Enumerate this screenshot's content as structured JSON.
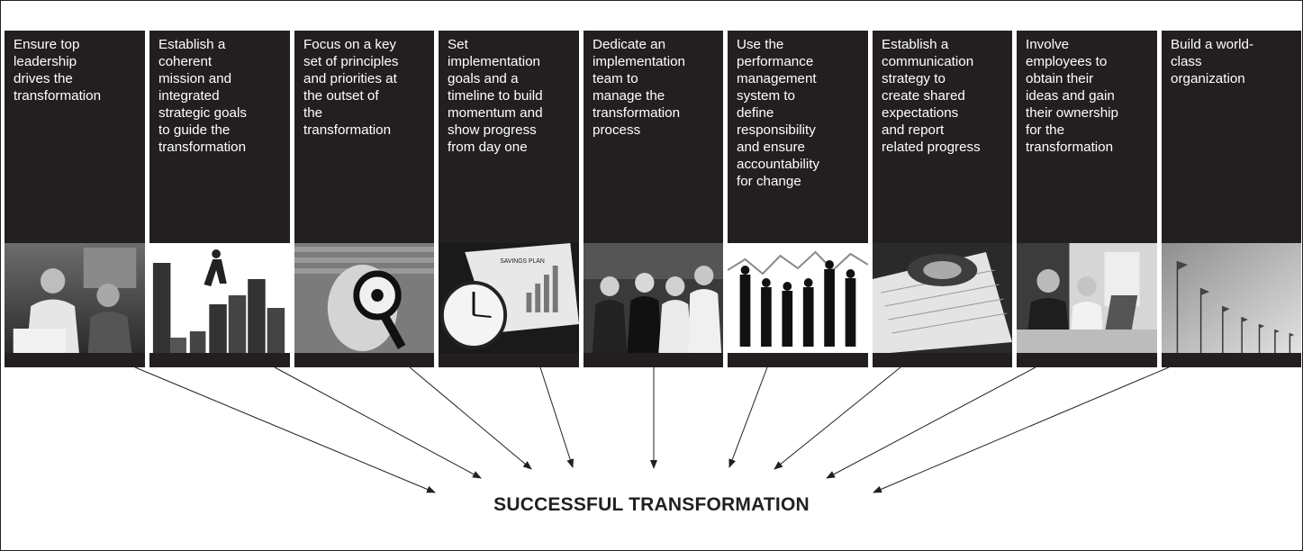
{
  "steps": [
    {
      "text": "Ensure top\nleadership\ndrives the\ntransformation",
      "photo": "business-meeting-photo"
    },
    {
      "text": "Establish a\ncoherent\nmission and\nintegrated\nstrategic goals\nto guide the\ntransformation",
      "photo": "climbing-bar-chart-photo"
    },
    {
      "text": "Focus on a key\nset of principles\nand priorities at\nthe outset of\nthe\ntransformation",
      "photo": "magnifying-glass-photo"
    },
    {
      "text": "Set\nimplementation\ngoals and a\ntimeline to build\nmomentum and\nshow progress\nfrom day one",
      "photo": "clock-and-savings-plan-photo",
      "photo_caption": "SAVINGS PLAN"
    },
    {
      "text": "Dedicate an\nimplementation\nteam to\nmanage the\ntransformation\nprocess",
      "photo": "team-portrait-photo"
    },
    {
      "text": "Use the\nperformance\nmanagement\nsystem to\ndefine\nresponsibility\nand ensure\naccountability\nfor change",
      "photo": "people-on-graph-photo"
    },
    {
      "text": "Establish a\ncommunication\nstrategy to\ncreate shared\nexpectations\nand report\nrelated progress",
      "photo": "handshake-over-documents-photo"
    },
    {
      "text": "Involve\nemployees to\nobtain their\nideas and gain\ntheir ownership\nfor the\ntransformation",
      "photo": "office-collaboration-photo"
    },
    {
      "text": "Build a world-\nclass\norganization",
      "photo": "flags-against-sky-photo"
    }
  ],
  "result": "SUCCESSFUL TRANSFORMATION",
  "colors": {
    "panel": "#231f20",
    "panel_text": "#ffffff",
    "arrow": "#231f20"
  }
}
